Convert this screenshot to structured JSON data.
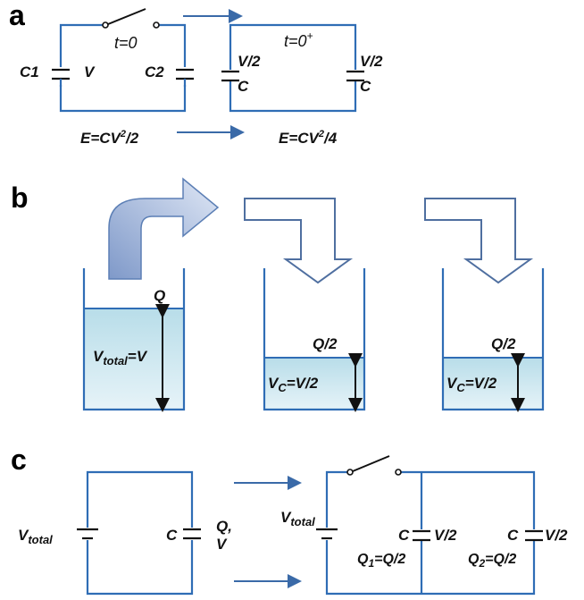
{
  "panels": {
    "a": "a",
    "b": "b",
    "c": "c"
  },
  "panel_a": {
    "switch_label": "t=0",
    "left_circuit": {
      "c1_label": "C1",
      "v_label": "V",
      "c2_label": "C2"
    },
    "right_circuit": {
      "time_label": "t=0",
      "time_sup": "+",
      "v_left": "V/2",
      "c_left": "C",
      "v_right": "V/2",
      "c_right": "C"
    },
    "energy_before": {
      "text": "E=CV",
      "sup": "2",
      "tail": "/2"
    },
    "energy_after": {
      "text": "E=CV",
      "sup": "2",
      "tail": "/4"
    }
  },
  "panel_b": {
    "tank1": {
      "charge": "Q",
      "level_main": "V",
      "level_sub": "total",
      "level_tail": "=V"
    },
    "tank2": {
      "charge": "Q/2",
      "level_main": "V",
      "level_sub": "C",
      "level_tail": "=V/2"
    },
    "tank3": {
      "charge": "Q/2",
      "level_main": "V",
      "level_sub": "C",
      "level_tail": "=V/2"
    }
  },
  "panel_c": {
    "left": {
      "vtotal_main": "V",
      "vtotal_sub": "total",
      "c_label": "C",
      "q_label": "Q,",
      "v_label": "V"
    },
    "right": {
      "vtotal_main": "V",
      "vtotal_sub": "total",
      "c1_label": "C",
      "v1_label": "V/2",
      "q1_main": "Q",
      "q1_sub": "1",
      "q1_tail": "=Q/2",
      "c2_label": "C",
      "v2_label": "V/2",
      "q2_main": "Q",
      "q2_sub": "2",
      "q2_tail": "=Q/2"
    }
  },
  "colors": {
    "wire": "#2f6db5",
    "water_top": "#b8dde9",
    "water_bottom": "#e6f3f8",
    "arrow_fill": "#9db2d9"
  }
}
